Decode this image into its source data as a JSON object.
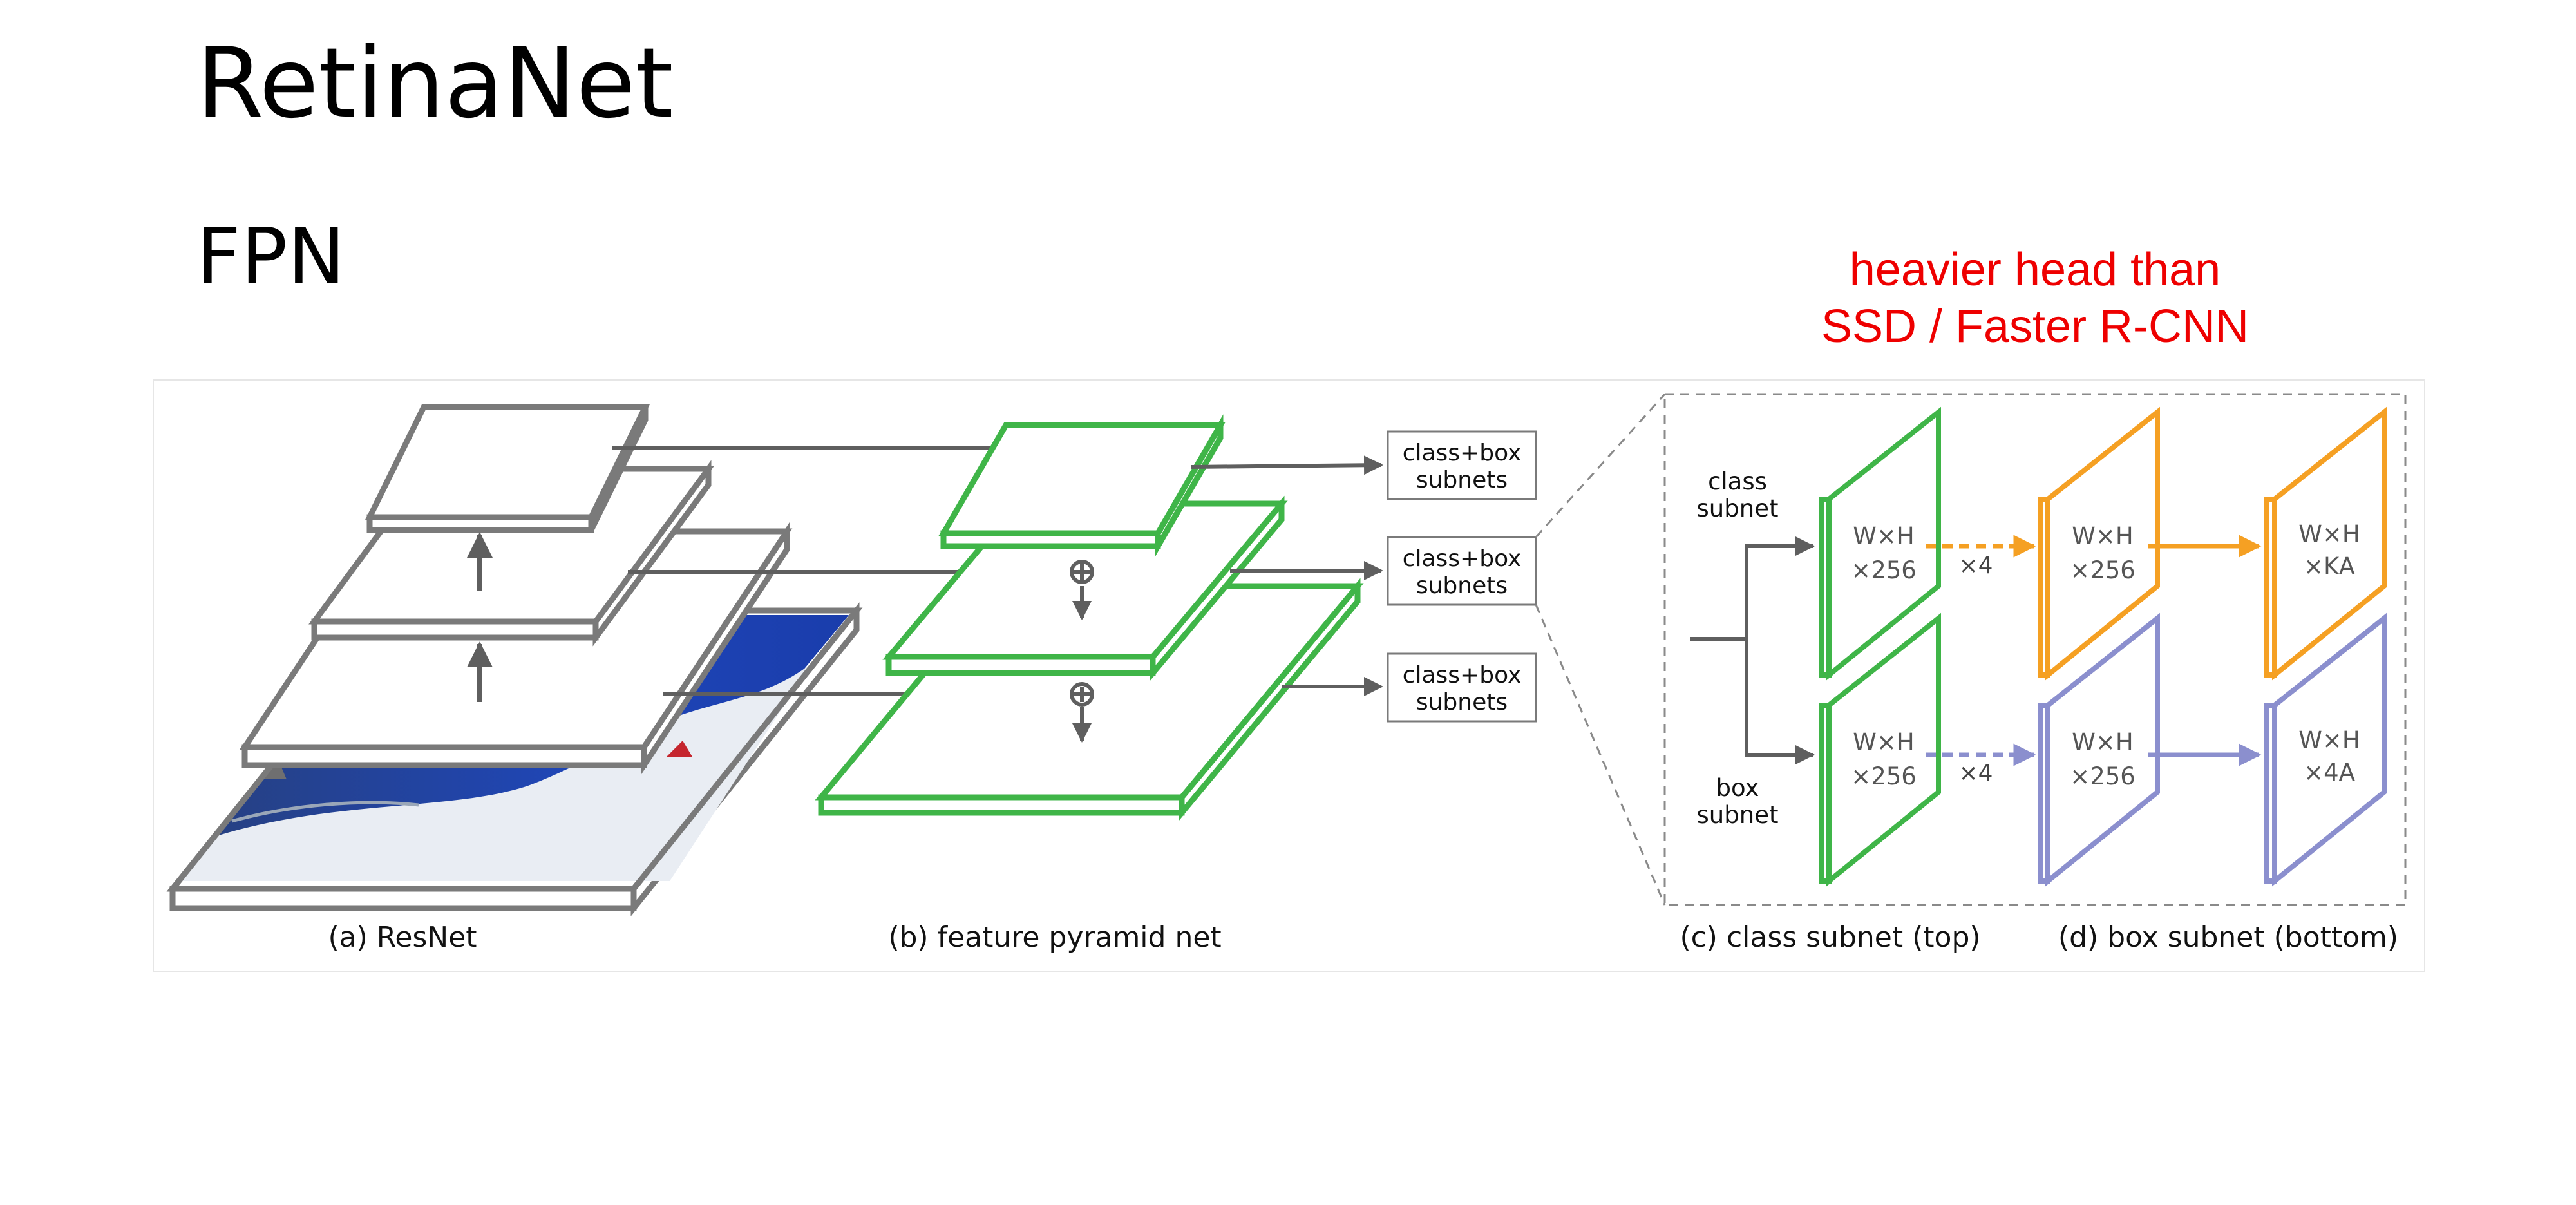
{
  "slide": {
    "title": "RetinaNet",
    "subtitle": "FPN",
    "note_line1": "heavier head than",
    "note_line2": "SSD / Faster R-CNN",
    "note_color": "#ee0000"
  },
  "figure": {
    "caption_a": "(a) ResNet",
    "caption_b": "(b) feature pyramid net",
    "caption_c": "(c) class subnet (top)",
    "caption_d": "(d) box subnet (bottom)",
    "subnet_box_line1": "class+box",
    "subnet_box_line2": "subnets",
    "class_subnet_line1": "class",
    "class_subnet_line2": "subnet",
    "box_subnet_line1": "box",
    "box_subnet_line2": "subnet",
    "times4": "×4",
    "wxh": "W×H",
    "x256": "×256",
    "xka": "×KA",
    "x4a": "×4A",
    "colors": {
      "resnet": "#7a7a7a",
      "fpn": "#3fb548",
      "class_head": "#f5a023",
      "box_head": "#8b8fce",
      "arrow": "#5f5f5f"
    }
  }
}
